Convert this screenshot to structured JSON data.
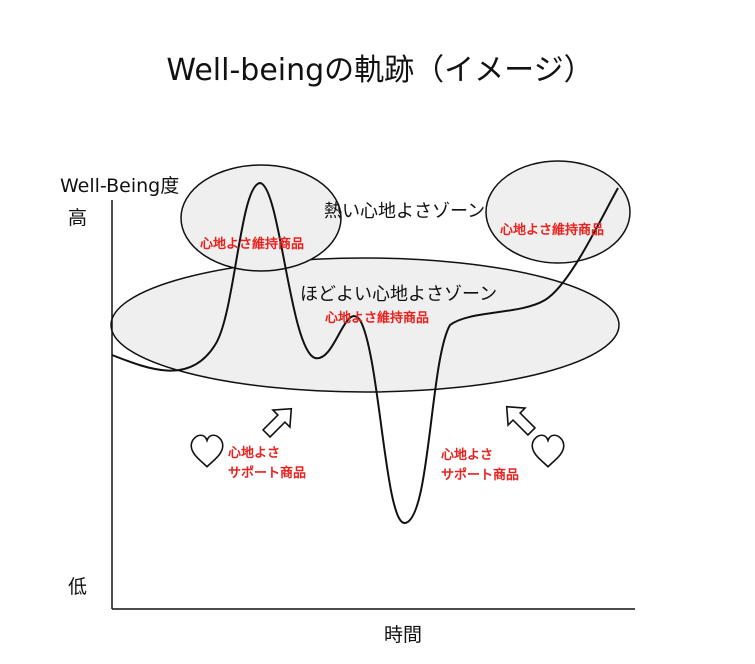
{
  "title": "Well-beingの軌跡（イメージ）",
  "axes": {
    "y_label": "Well-Being度",
    "y_high": "高",
    "y_low": "低",
    "x_label": "時間"
  },
  "zones": {
    "hot": "熱い心地よさゾーン",
    "moderate": "ほどよい心地よさゾーン"
  },
  "labels": {
    "maintain_left": "心地よさ維持商品",
    "maintain_center": "心地よさ維持商品",
    "maintain_right": "心地よさ維持商品",
    "support_left_line1": "心地よさ",
    "support_left_line2": "サポート商品",
    "support_right_line1": "心地よさ",
    "support_right_line2": "サポート商品"
  },
  "icons": {
    "arrows": "outlined-up-arrow-icon",
    "hearts": "heart-outline-icon"
  },
  "colors": {
    "label_red": "#e8231f",
    "zone_fill": "#efefef",
    "line": "#111111"
  }
}
